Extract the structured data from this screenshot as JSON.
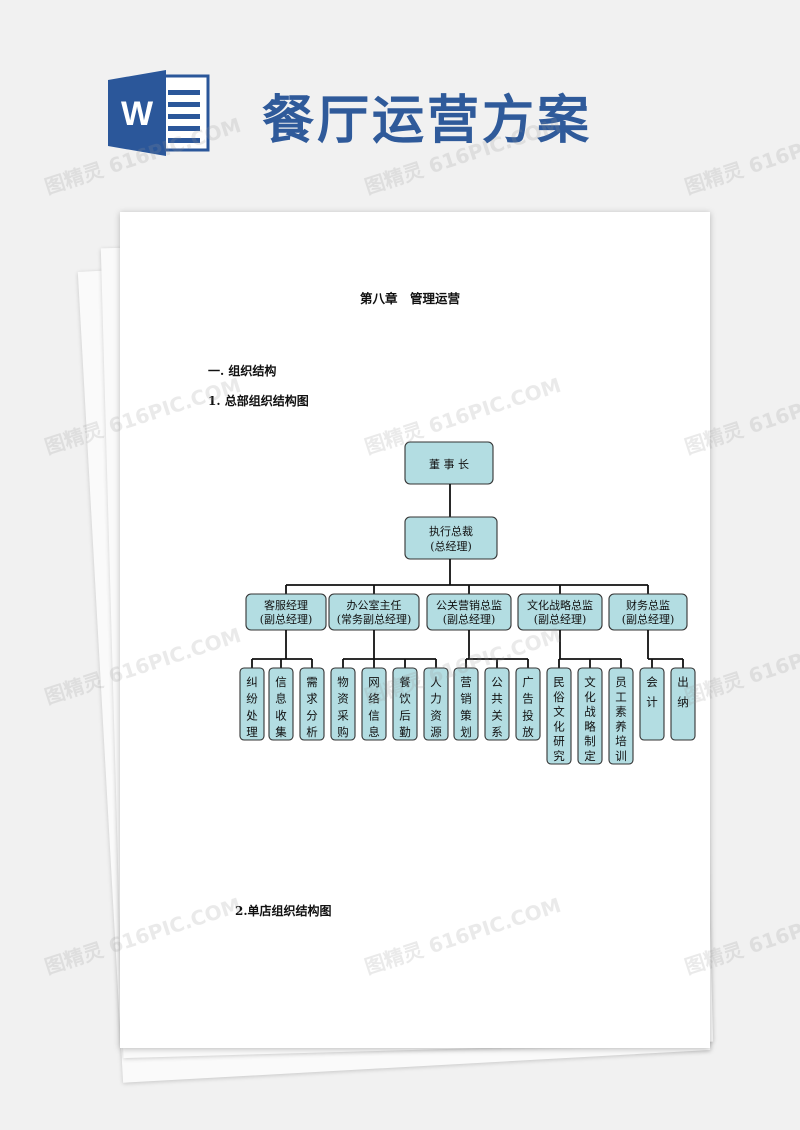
{
  "header": {
    "title": "餐厅运营方案",
    "icon": "word-document-icon",
    "icon_letter": "W",
    "icon_color": "#2b579a"
  },
  "document": {
    "chapter_title": "第八章　管理运营",
    "section_1": "一. 组织结构",
    "subsection_1": "1. 总部组织结构图",
    "subsection_2": "2.单店组织结构图"
  },
  "org_chart": {
    "root": {
      "label": "董 事 长"
    },
    "ceo": {
      "lines": [
        "执行总裁",
        "(总经理)"
      ]
    },
    "departments": [
      {
        "lines": [
          "客服经理",
          "(副总经理)"
        ],
        "units": [
          "纠纷处理",
          "信息收集",
          "需求分析"
        ]
      },
      {
        "lines": [
          "办公室主任",
          "(常务副总经理)"
        ],
        "units": [
          "物资采购",
          "网络信息",
          "餐饮后勤",
          "人力资源"
        ]
      },
      {
        "lines": [
          "公关营销总监",
          "(副总经理)"
        ],
        "units": [
          "营销策划",
          "公共关系",
          "广告投放"
        ]
      },
      {
        "lines": [
          "文化战略总监",
          "(副总经理)"
        ],
        "units": [
          "民俗文化研究",
          "文化战略制定",
          "员工素养培训"
        ]
      },
      {
        "lines": [
          "财务总监",
          "(副总经理)"
        ],
        "units": [
          "会计",
          "出纳"
        ]
      }
    ]
  },
  "watermark": {
    "text": "图精灵 616PIC.COM"
  },
  "colors": {
    "box_fill": "#b3dde2",
    "title": "#2f5a9a",
    "page": "#ffffff",
    "background": "#f1f1f1"
  }
}
